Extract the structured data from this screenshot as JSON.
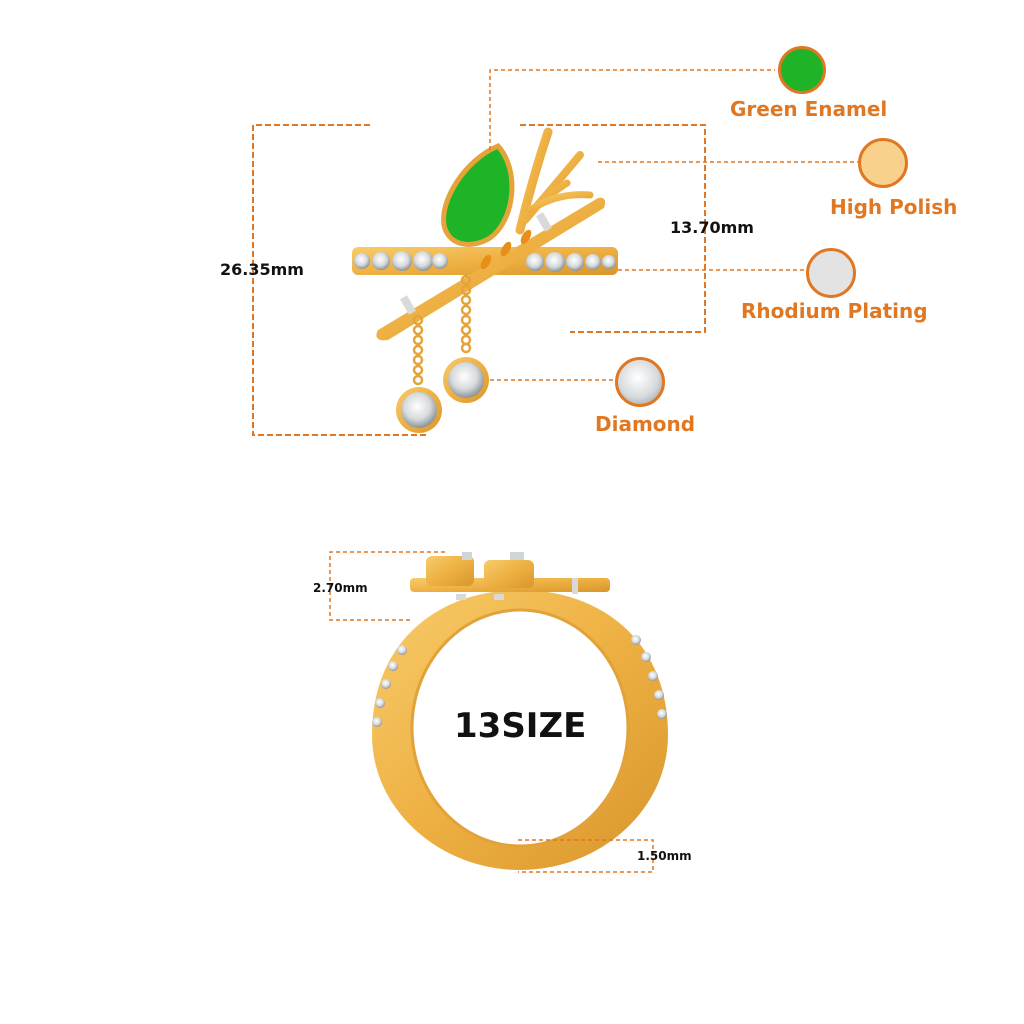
{
  "product": {
    "size_label": "13SIZE"
  },
  "dimensions": {
    "height": "26.35mm",
    "width": "13.70mm",
    "thickness": "2.70mm",
    "band_width": "1.50mm"
  },
  "legend": [
    {
      "label": "Green Enamel",
      "color": "#1fb428"
    },
    {
      "label": "High Polish",
      "color": "#f8d28c"
    },
    {
      "label": "Rhodium Plating",
      "color": "#e3e3e3"
    },
    {
      "label": "Diamond",
      "color": "#cfd6d8"
    }
  ],
  "colors": {
    "accent": "#e07722",
    "gold": "#f2b43c",
    "enamel": "#1fb428"
  }
}
